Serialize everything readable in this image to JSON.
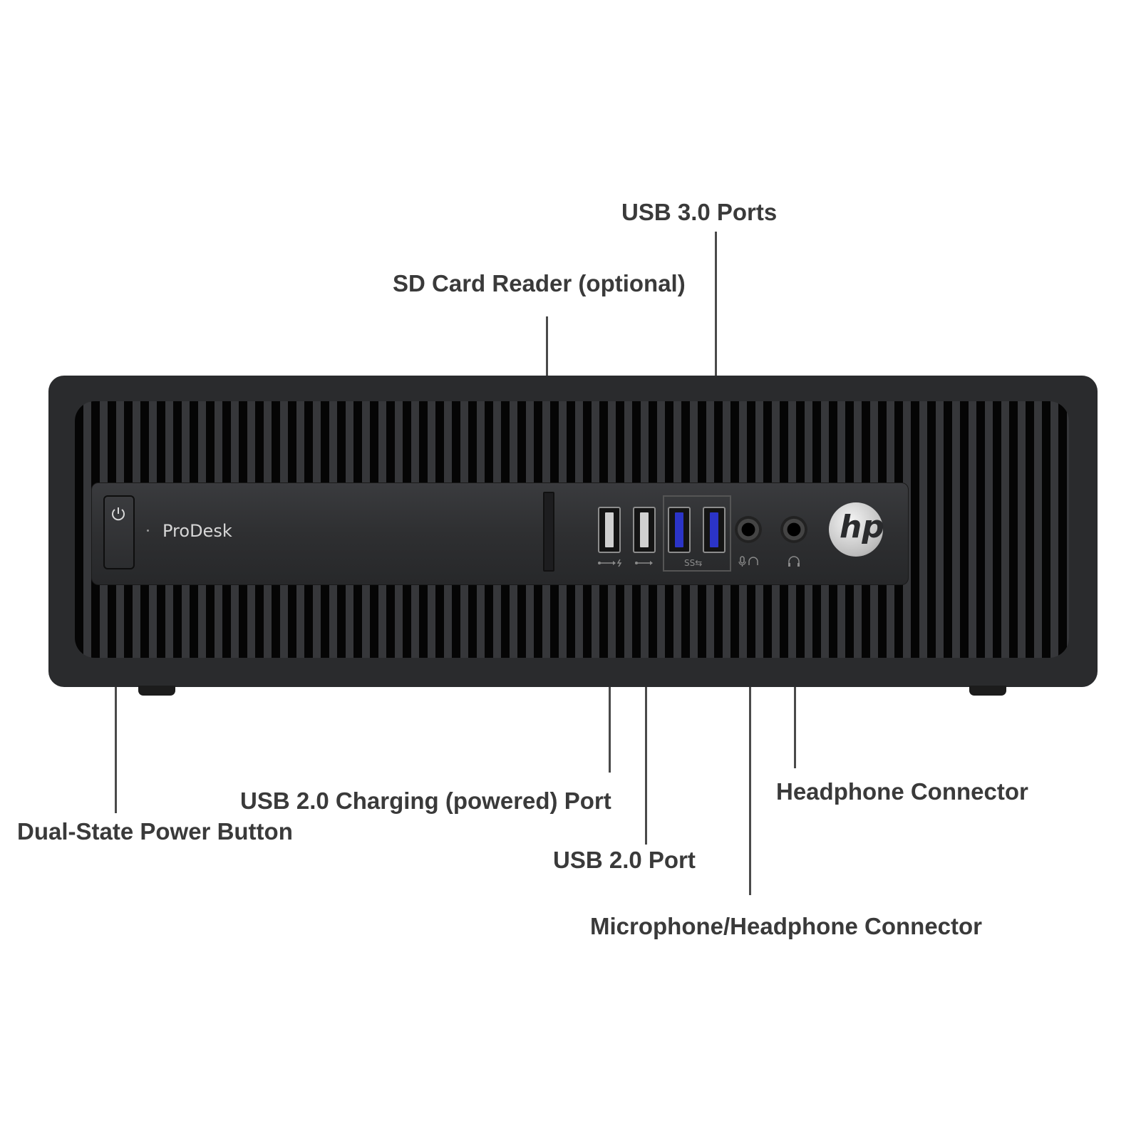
{
  "labels": {
    "usb30": "USB 3.0 Ports",
    "sd_card": "SD Card Reader (optional)",
    "usb20_charging": "USB 2.0 Charging (powered) Port",
    "power_button": "Dual-State Power Button",
    "usb20": "USB 2.0 Port",
    "headphone": "Headphone Connector",
    "mic_headphone": "Microphone/Headphone Connector"
  },
  "device": {
    "brand": "ProDesk",
    "logo_text": "hp",
    "usb3_glyph": "SS⇆"
  },
  "colors": {
    "chassis": "#2a2b2d",
    "usb3_accent": "#2b34c7",
    "label_text": "#3a3a3a"
  }
}
